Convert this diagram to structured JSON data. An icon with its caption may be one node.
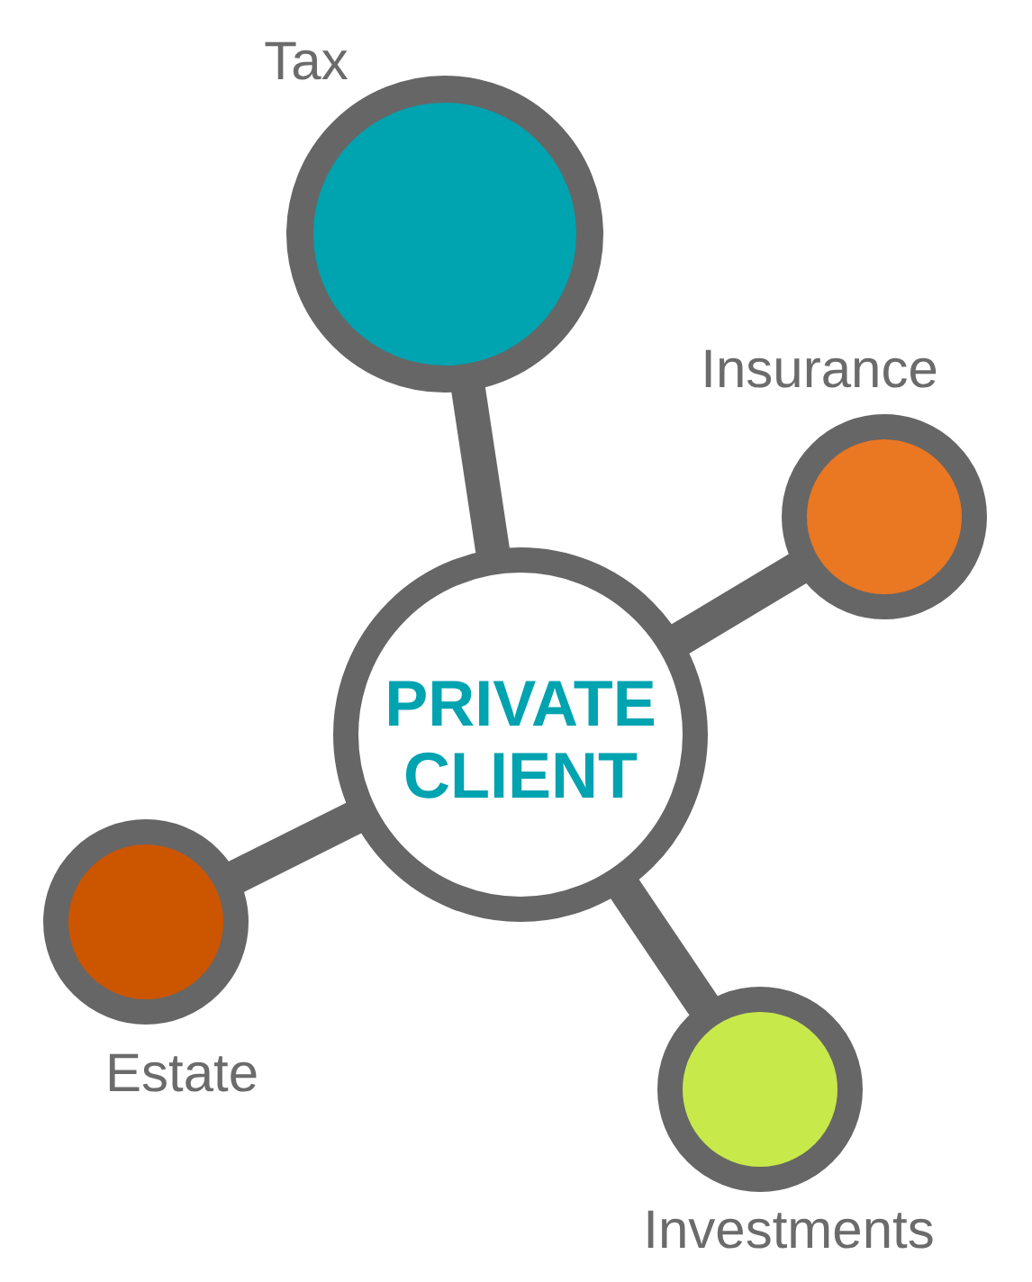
{
  "diagram": {
    "nodes": [
      {
        "text": [
          "Tax"
        ]
      },
      {
        "text": [
          "Insurance"
        ]
      },
      {
        "text": [
          "PRIVATE CLIENT"
        ]
      },
      {
        "text": [
          "Estate"
        ]
      },
      {
        "text": [
          "Investments"
        ]
      }
    ],
    "edges": [
      {
        "from": 2,
        "to": 0,
        "arrow": "none"
      },
      {
        "from": 2,
        "to": 1,
        "arrow": "none"
      },
      {
        "from": 2,
        "to": 3,
        "arrow": "none"
      },
      {
        "from": 2,
        "to": 4,
        "arrow": "none"
      }
    ]
  }
}
